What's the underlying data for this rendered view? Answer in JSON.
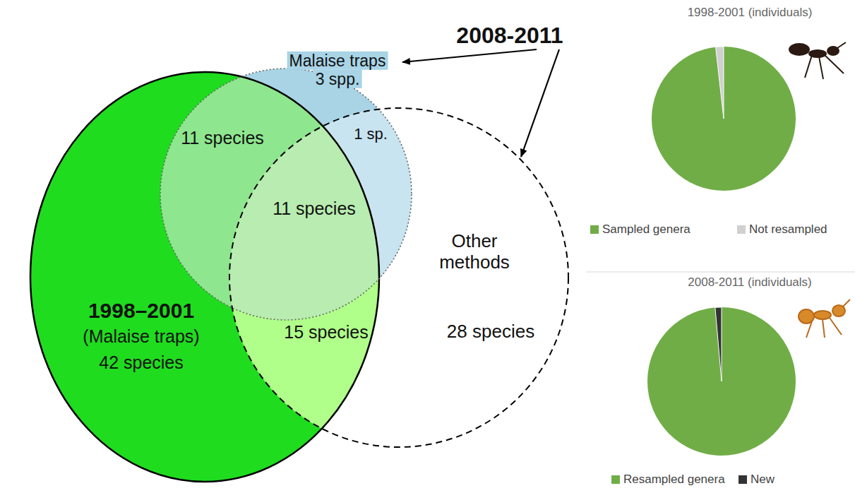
{
  "diagram": {
    "nodes": [
      {
        "text": [
          "1998–2001",
          "(Malaise traps)",
          "42 species"
        ]
      },
      {
        "text": [
          "Malaise traps",
          "3 spp."
        ]
      },
      {
        "text": [
          "Other methods",
          "28 species"
        ]
      }
    ],
    "labels": [
      "2008-2011",
      "11 species",
      "11 species",
      "15 species",
      "1 sp.",
      "1998-2001 (individuals)",
      "2008-2011 (individuals)"
    ],
    "legend": [
      {
        "text": "Sampled genera",
        "color": "#70ad47"
      },
      {
        "text": "Not resampled",
        "color": "#d0d0d0"
      },
      {
        "text": "Resampled genera",
        "color": "#70ad47"
      },
      {
        "text": "New",
        "color": "#333333"
      }
    ]
  }
}
